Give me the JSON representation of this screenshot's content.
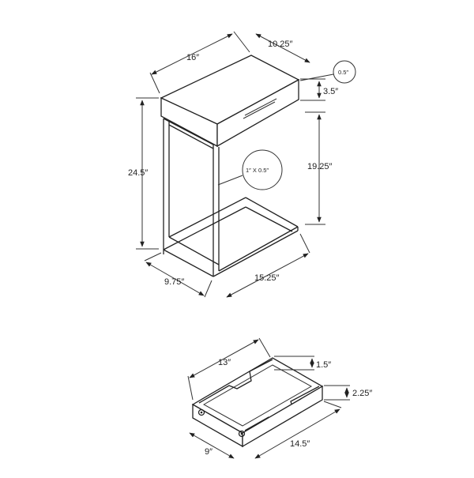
{
  "table": {
    "width": "16″",
    "depth": "10.25″",
    "top_thickness": "0.5″",
    "drawer_height": "3.5″",
    "frame_tube": "1″ X 0.5″",
    "total_height": "24.5″",
    "clearance_height": "19.25″",
    "base_depth": "9.75″",
    "base_length": "15.25″"
  },
  "drawer": {
    "width": "13″",
    "side_height": "1.5″",
    "front_height": "2.25″",
    "depth": "9″",
    "length": "14.5″"
  }
}
